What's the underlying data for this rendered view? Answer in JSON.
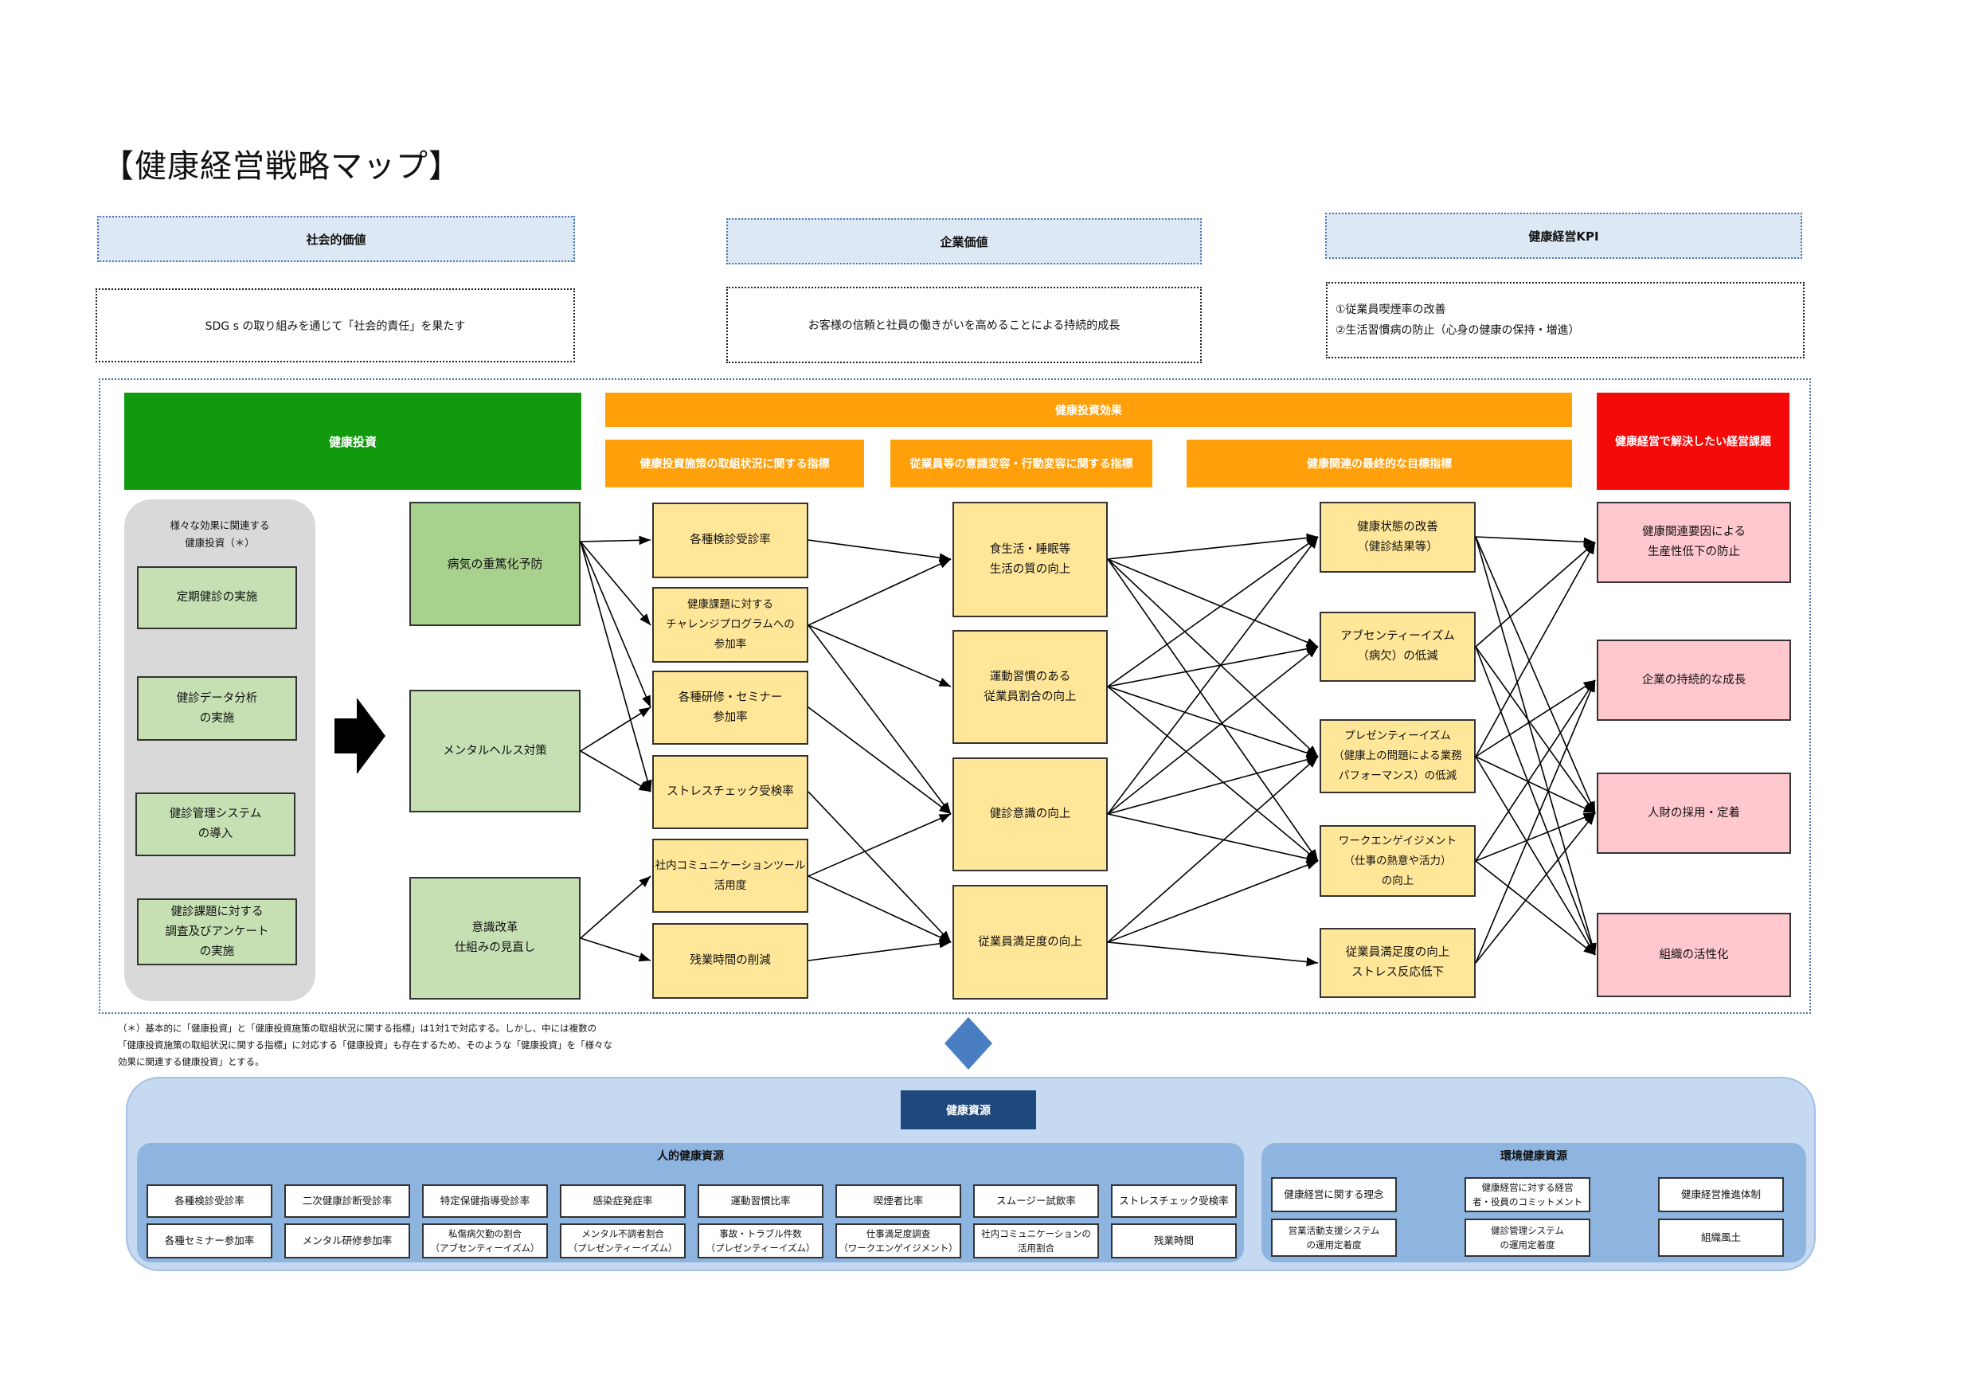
{
  "title": "【健康経営戦略マップ】",
  "top": {
    "social_header": "社会的価値",
    "corporate_header": "企業価値",
    "kpi_header": "健康経営KPI",
    "social_text": "SDG s の取り組みを通じて「社会的責任」を果たす",
    "corporate_text": "お客様の信頼と社員の働きがいを高めることによる持続的成長",
    "kpi_items": [
      "①従業員喫煙率の改善",
      "②生活習慣病の防止（心身の健康の保持・増進）"
    ]
  },
  "map": {
    "investment_header": "健康投資",
    "effect_header": "健康投資効果",
    "col_headers": [
      "健康投資施策の取組状況に関する指標",
      "従業員等の意識変容・行動変容に関する指標",
      "健康関連の最終的な目標指標"
    ],
    "issue_header": "健康経営で解決したい経営課題",
    "various_label": "様々な効果に関連する\n健康投資（＊）",
    "various_items": [
      "定期健診の実施",
      "健診データ分析\nの実施",
      "健診管理システム\nの導入",
      "健診課題に対する\n調査及びアンケート\nの実施"
    ],
    "investments": [
      "病気の重篤化予防",
      "メンタルヘルス対策",
      "意識改革\n仕組みの見直し"
    ],
    "measures": [
      "各種検診受診率",
      "健康課題に対する\nチャレンジプログラムへの\n参加率",
      "各種研修・セミナー\n参加率",
      "ストレスチェック受検率",
      "社内コミュニケーションツール\n活用度",
      "残業時間の削減"
    ],
    "behaviors": [
      "食生活・睡眠等\n生活の質の向上",
      "運動習慣のある\n従業員割合の向上",
      "健診意識の向上",
      "従業員満足度の向上"
    ],
    "outcomes": [
      "健康状態の改善\n（健診結果等）",
      "アブセンティーイズム\n（病欠）の低減",
      "プレゼンティーイズム\n（健康上の問題による業務\nパフォーマンス）の低減",
      "ワークエンゲイジメント\n（仕事の熱意や活力）\nの向上",
      "従業員満足度の向上\nストレス反応低下"
    ],
    "issues": [
      "健康関連要因による\n生産性低下の防止",
      "企業の持続的な成長",
      "人財の採用・定着",
      "組織の活性化"
    ]
  },
  "footnote": "（＊）基本的に「健康投資」と「健康投資施策の取組状況に関する指標」は1対1で対応する。しかし、中には複数の\n「健康投資施策の取組状況に関する指標」に対応する「健康投資」も存在するため、そのような「健康投資」を「様々な\n効果に関連する健康投資」とする。",
  "resources": {
    "header": "健康資源",
    "human_header": "人的健康資源",
    "env_header": "環境健康資源",
    "human_row1": [
      "各種検診受診率",
      "二次健康診断受診率",
      "特定保健指導受診率",
      "感染症発症率",
      "運動習慣比率",
      "喫煙者比率",
      "スムージー試飲率",
      "ストレスチェック受検率"
    ],
    "human_row2": [
      "各種セミナー参加率",
      "メンタル研修参加率",
      "私傷病欠勤の割合\n（アブセンティーイズム）",
      "メンタル不調者割合\n（プレゼンティーイズム）",
      "事故・トラブル件数\n（プレゼンティーイズム）",
      "仕事満足度調査\n（ワークエンゲイジメント）",
      "社内コミュニケーションの\n活用割合",
      "残業時間"
    ],
    "env_row1": [
      "健康経営に関する理念",
      "健康経営に対する経営\n者・役員のコミットメント",
      "健康経営推進体制"
    ],
    "env_row2": [
      "営業活動支援システム\nの運用定着度",
      "健診管理システム\nの運用定着度",
      "組織風土"
    ]
  },
  "colors": {
    "investment": "#119a0e",
    "effect": "#ff9f0a",
    "issue": "#f50a0a",
    "resource_header": "#1f497d",
    "diamond": "#4a7ec2"
  },
  "icons": [
    "right-arrow-icon",
    "diamond-icon"
  ]
}
